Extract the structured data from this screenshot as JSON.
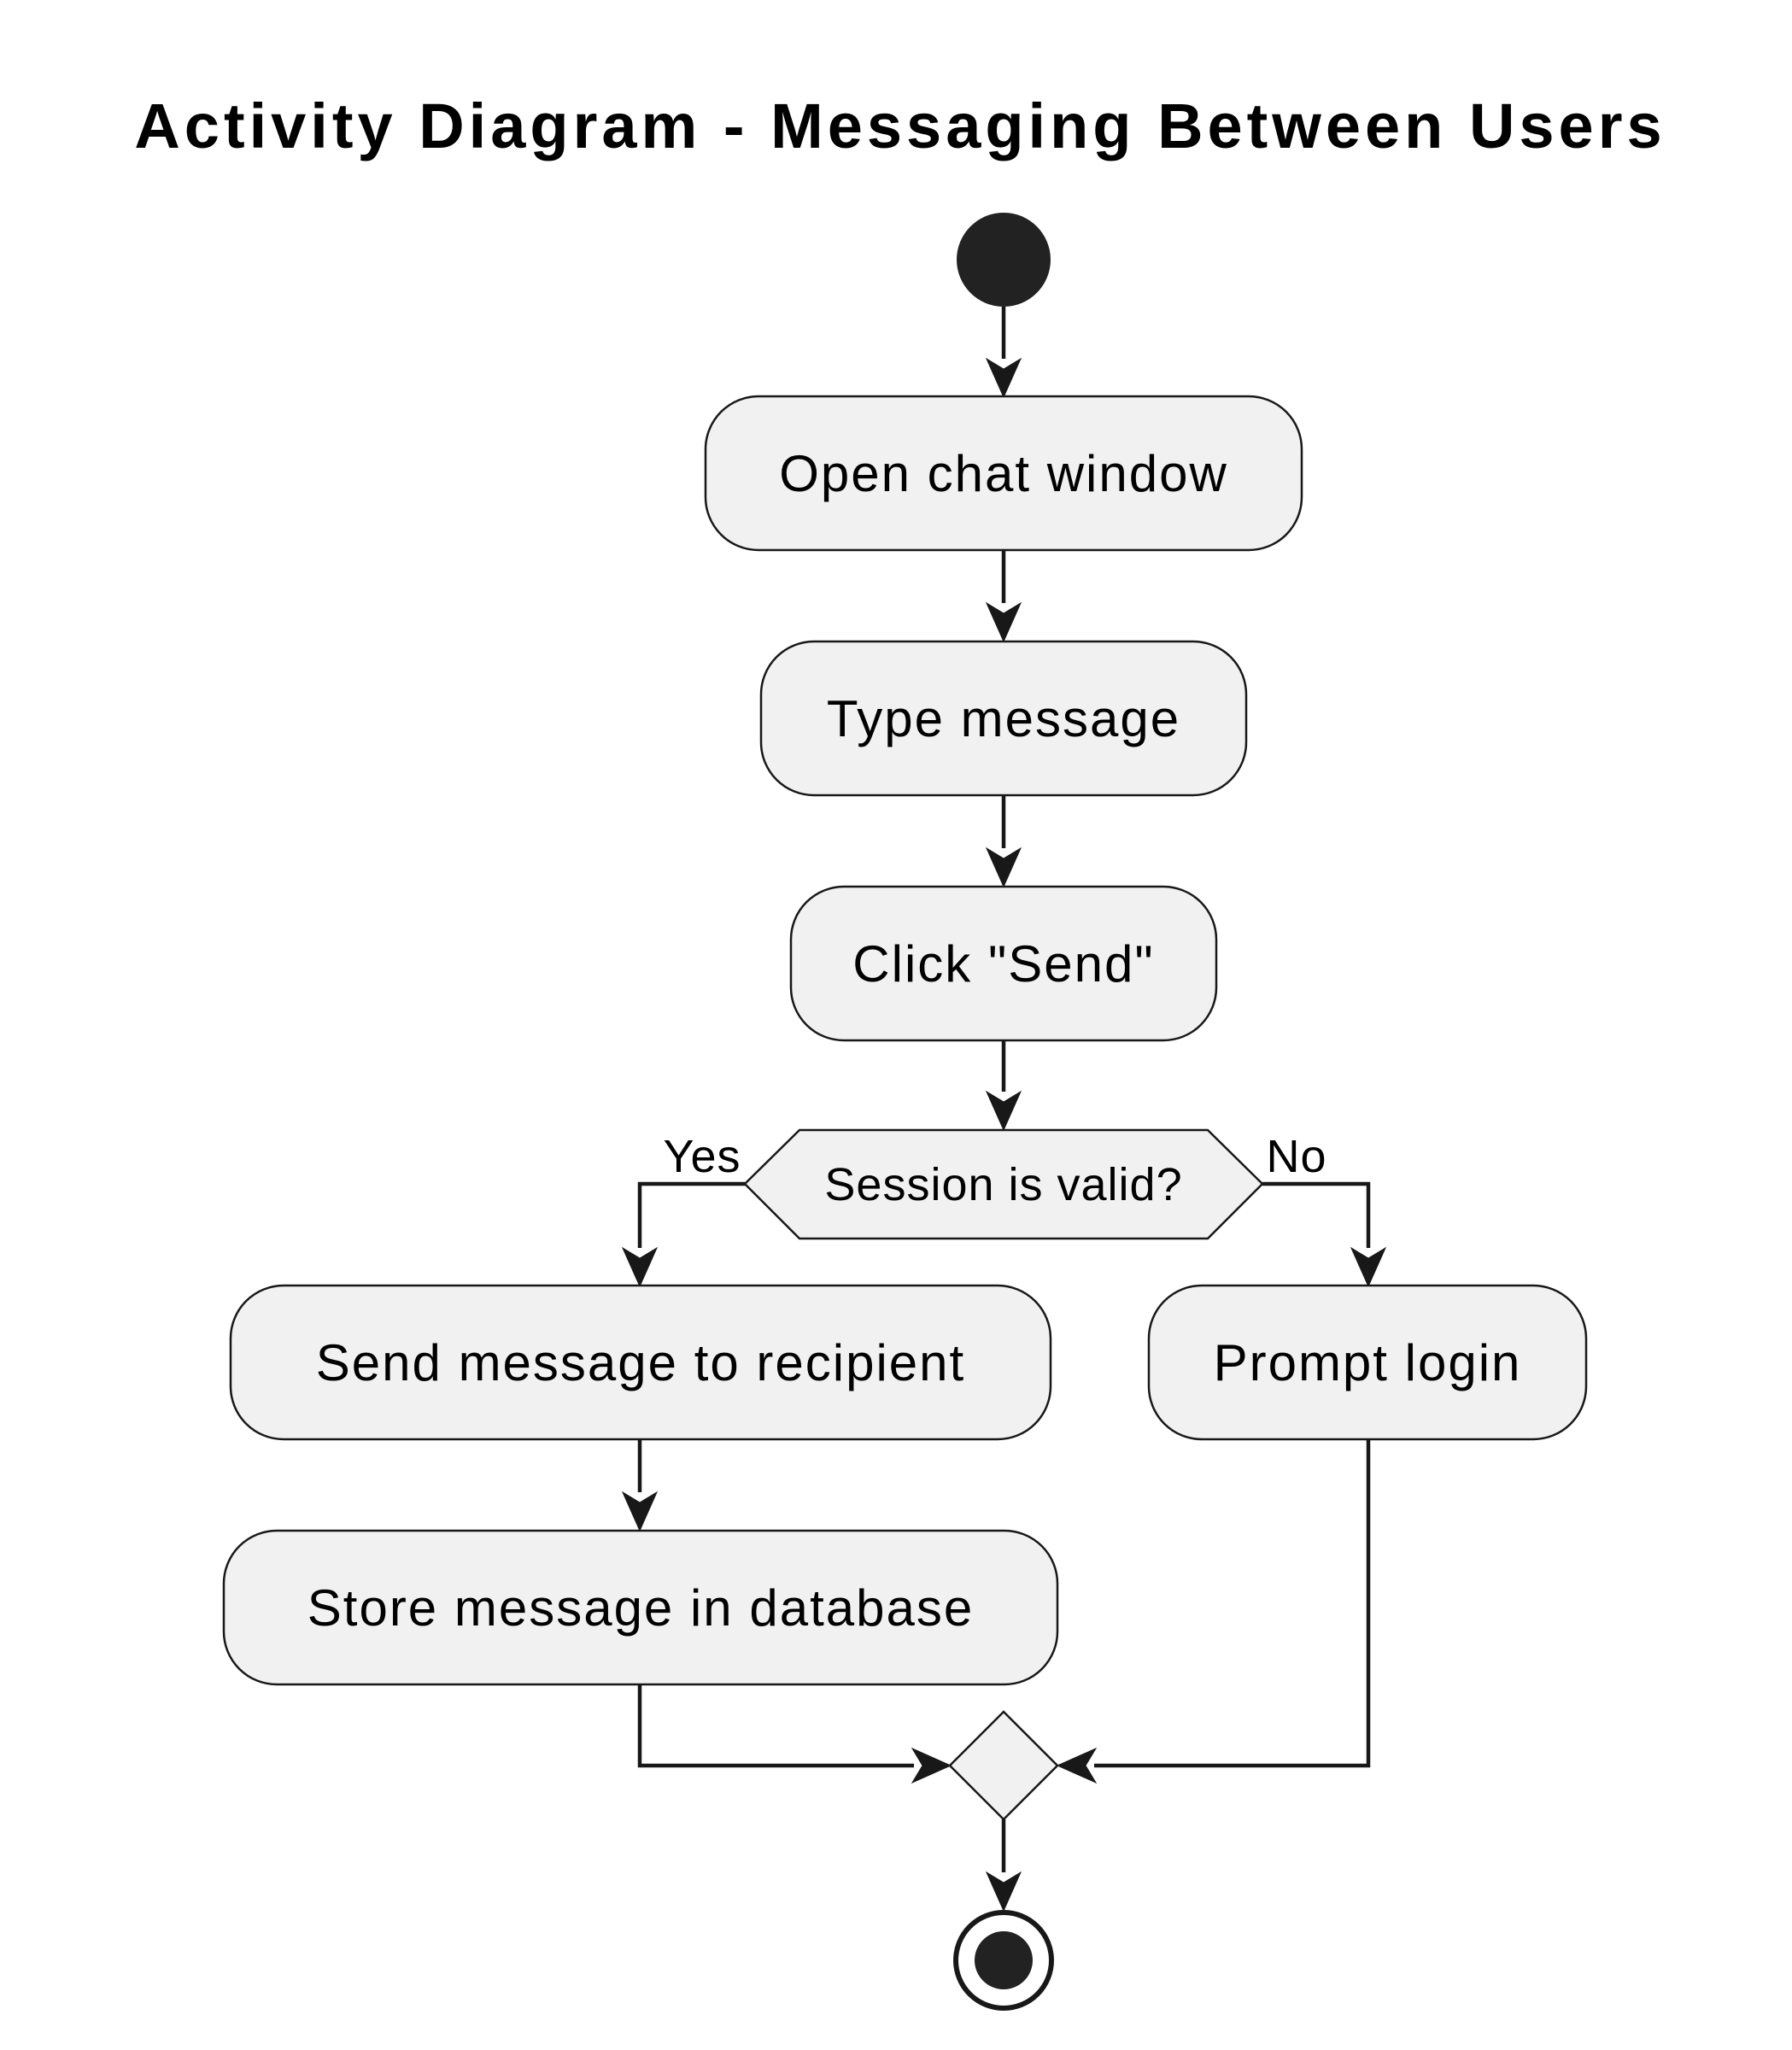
{
  "diagram": {
    "title": "Activity Diagram - Messaging Between Users",
    "activities": {
      "open_chat": "Open chat window",
      "type_message": "Type message",
      "click_send": "Click \"Send\"",
      "send_to_recipient": "Send message to recipient",
      "store_message": "Store message in database",
      "prompt_login": "Prompt login"
    },
    "decision": {
      "question": "Session is valid?",
      "yes_label": "Yes",
      "no_label": "No"
    },
    "colors": {
      "node_fill": "#f1f1f1",
      "stroke": "#181818",
      "start_end": "#222222"
    }
  }
}
